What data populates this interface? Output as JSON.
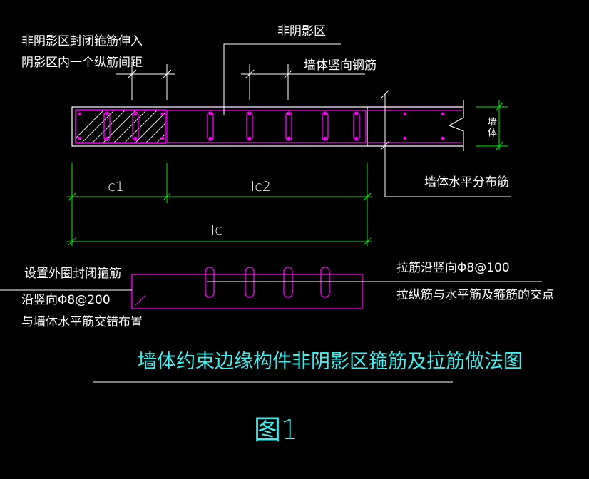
{
  "colors": {
    "background": "#000000",
    "line": "#ffffff",
    "magenta": "#ff00ff",
    "green": "#00ee00",
    "cyan": "#3cf0f0",
    "hatch": "#dddddd"
  },
  "labels": {
    "nonshadow_extend_l1": "非阴影区封闭箍筋伸入",
    "nonshadow_extend_l2": "阴影区内一个纵筋间距",
    "nonshadow_zone": "非阴影区",
    "wall_vertical_bar": "墙体竖向钢筋",
    "wall_horizontal_bar": "墙体水平分布筋",
    "wall_side": "墙体",
    "lc1": "lc1",
    "lc2": "lc2",
    "lc": "lc",
    "outer_hoop_l1": "设置外圈封闭箍筋",
    "outer_hoop_l2": "沿竖向Φ8@200",
    "outer_hoop_l3": "与墙体水平筋交错布置",
    "tie_bar_l1": "拉筋沿竖向Φ8@100",
    "tie_bar_l2": "拉纵筋与水平筋及箍筋的交点",
    "title": "墙体约束边缘构件非阴影区箍筋及拉筋做法图",
    "figure": "图1"
  }
}
